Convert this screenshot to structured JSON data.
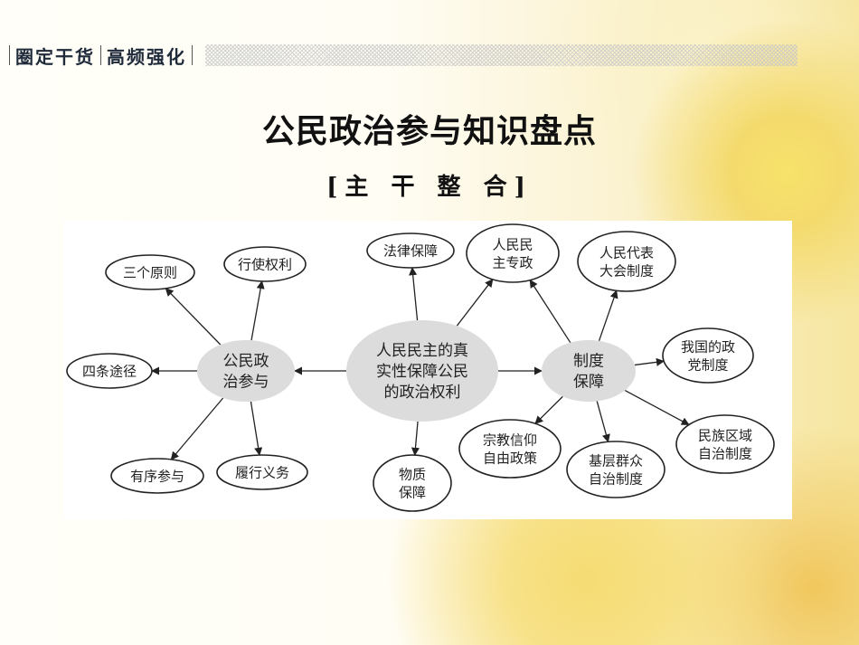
{
  "header": {
    "left_label": "圈定干货",
    "right_label": "高频强化"
  },
  "page_title": "公民政治参与知识盘点",
  "subtitle": "[主 干 整 合]",
  "diagram": {
    "center": [
      "人民民主的真",
      "实性保障公民",
      "的政治权利"
    ],
    "left_hub": [
      "公民政",
      "治参与"
    ],
    "right_hub": [
      "制度",
      "保障"
    ],
    "left_items": {
      "three_principles": [
        "三个原则"
      ],
      "exercise_rights": [
        "行使权利"
      ],
      "four_ways": [
        "四条途径"
      ],
      "orderly_participation": [
        "有序参与"
      ],
      "fulfill_duties": [
        "履行义务"
      ]
    },
    "top_items": {
      "legal_guarantee": [
        "法律保障"
      ],
      "material_guarantee": [
        "物质",
        "保障"
      ]
    },
    "right_items": {
      "democratic_dictatorship": [
        "人民民",
        "主专政"
      ],
      "npc_system": [
        "人民代表",
        "大会制度"
      ],
      "party_system": [
        "我国的政",
        "党制度"
      ],
      "ethnic_autonomy": [
        "民族区域",
        "自治制度"
      ],
      "grassroots_autonomy": [
        "基层群众",
        "自治制度"
      ],
      "religious_policy": [
        "宗教信仰",
        "自由政策"
      ]
    }
  }
}
